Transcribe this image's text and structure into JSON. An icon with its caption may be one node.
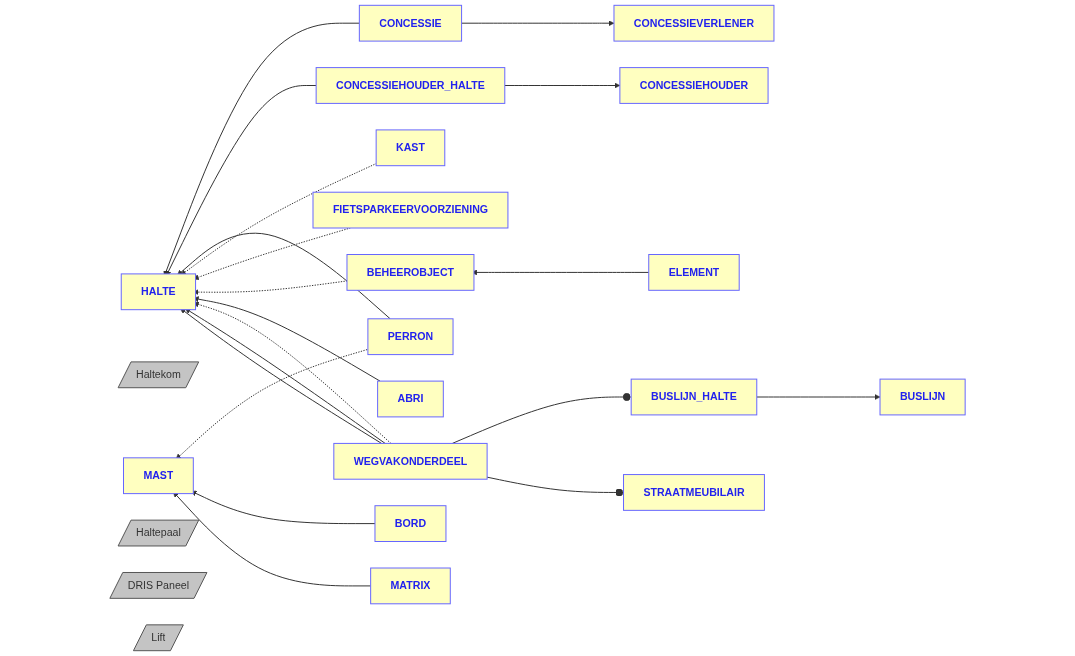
{
  "diagram": {
    "nodes": [
      {
        "text": [
          "HALTE"
        ]
      },
      {
        "text": [
          "CONCESSIE"
        ]
      },
      {
        "text": [
          "CONCESSIEVERLENER"
        ]
      },
      {
        "text": [
          "CONCESSIEHOUDER_HALTE"
        ]
      },
      {
        "text": [
          "CONCESSIEHOUDER"
        ]
      },
      {
        "text": [
          "BUSLIJN_HALTE"
        ]
      },
      {
        "text": [
          "BUSLIJN"
        ]
      },
      {
        "text": [
          "WEGVAKONDERDEEL"
        ]
      },
      {
        "text": [
          "Haltekom"
        ]
      },
      {
        "text": [
          "PERRON"
        ]
      },
      {
        "text": [
          "MAST"
        ]
      },
      {
        "text": [
          "Haltepaal"
        ]
      },
      {
        "text": [
          "BORD"
        ]
      },
      {
        "text": [
          "MATRIX"
        ]
      },
      {
        "text": [
          "DRIS Paneel"
        ]
      },
      {
        "text": [
          "ABRI"
        ]
      },
      {
        "text": [
          "BEHEEROBJECT"
        ]
      },
      {
        "text": [
          "ELEMENT"
        ]
      },
      {
        "text": [
          "Lift"
        ]
      },
      {
        "text": [
          "FIETSPARKEERVOORZIENING"
        ]
      },
      {
        "text": [
          "STRAATMEUBILAIR"
        ]
      },
      {
        "text": [
          "KAST"
        ]
      }
    ],
    "edges": [
      {
        "from": 1,
        "to": 0,
        "arrow": "to"
      },
      {
        "from": 3,
        "to": 0,
        "arrow": "to"
      },
      {
        "from": 1,
        "to": 2,
        "arrow": "to"
      },
      {
        "from": 3,
        "to": 4,
        "arrow": "to"
      },
      {
        "from": 7,
        "to": 5,
        "arrow": "other"
      },
      {
        "from": 5,
        "to": 6,
        "arrow": "to"
      },
      {
        "from": 9,
        "to": 0,
        "arrow": "to"
      },
      {
        "from": 21,
        "to": 0,
        "arrow": "to",
        "style": "dashed"
      },
      {
        "from": 19,
        "to": 0,
        "arrow": "to",
        "style": "dashed"
      },
      {
        "from": 16,
        "to": 0,
        "arrow": "to",
        "style": "dashed"
      },
      {
        "from": 15,
        "to": 0,
        "arrow": "to"
      },
      {
        "from": 7,
        "to": 0,
        "arrow": "to",
        "style": "dashed"
      },
      {
        "from": 7,
        "to": 0,
        "arrow": "to"
      },
      {
        "from": 7,
        "to": 0,
        "arrow": "to"
      },
      {
        "from": 7,
        "to": 20,
        "arrow": "other"
      },
      {
        "from": 9,
        "to": 10,
        "arrow": "to",
        "style": "dashed"
      },
      {
        "from": 12,
        "to": 10,
        "arrow": "to"
      },
      {
        "from": 13,
        "to": 10,
        "arrow": "to"
      },
      {
        "from": 17,
        "to": 16,
        "arrow": "to"
      }
    ]
  }
}
